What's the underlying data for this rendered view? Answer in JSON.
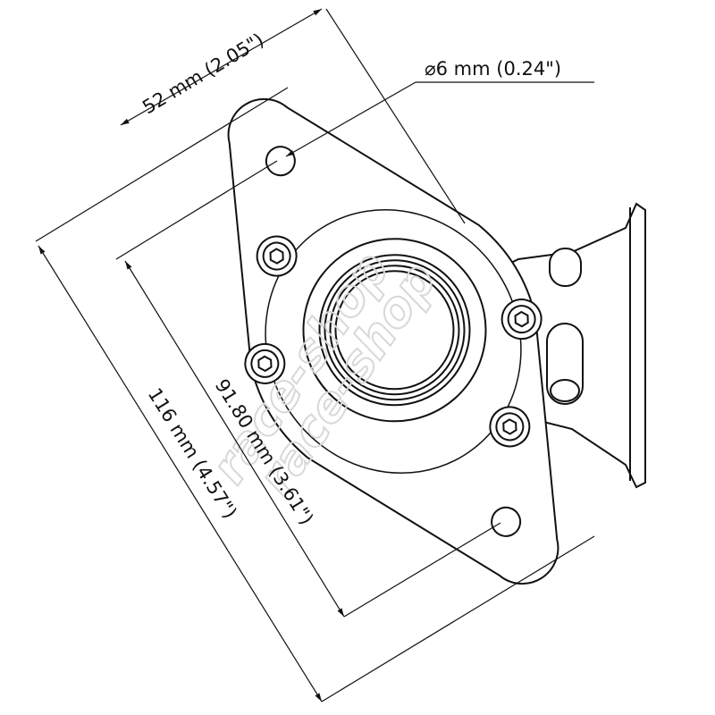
{
  "dimensions": {
    "width_label": "52 mm (2.05\")",
    "hole_diameter_label": "⌀6 mm (0.24\")",
    "overall_length_label": "116 mm (4.57\")",
    "hole_spacing_label": "91.80 mm (3.61\")"
  },
  "watermark": {
    "text": "race-shop"
  },
  "colors": {
    "line": "#111111",
    "watermark": "#d8d8d8"
  }
}
